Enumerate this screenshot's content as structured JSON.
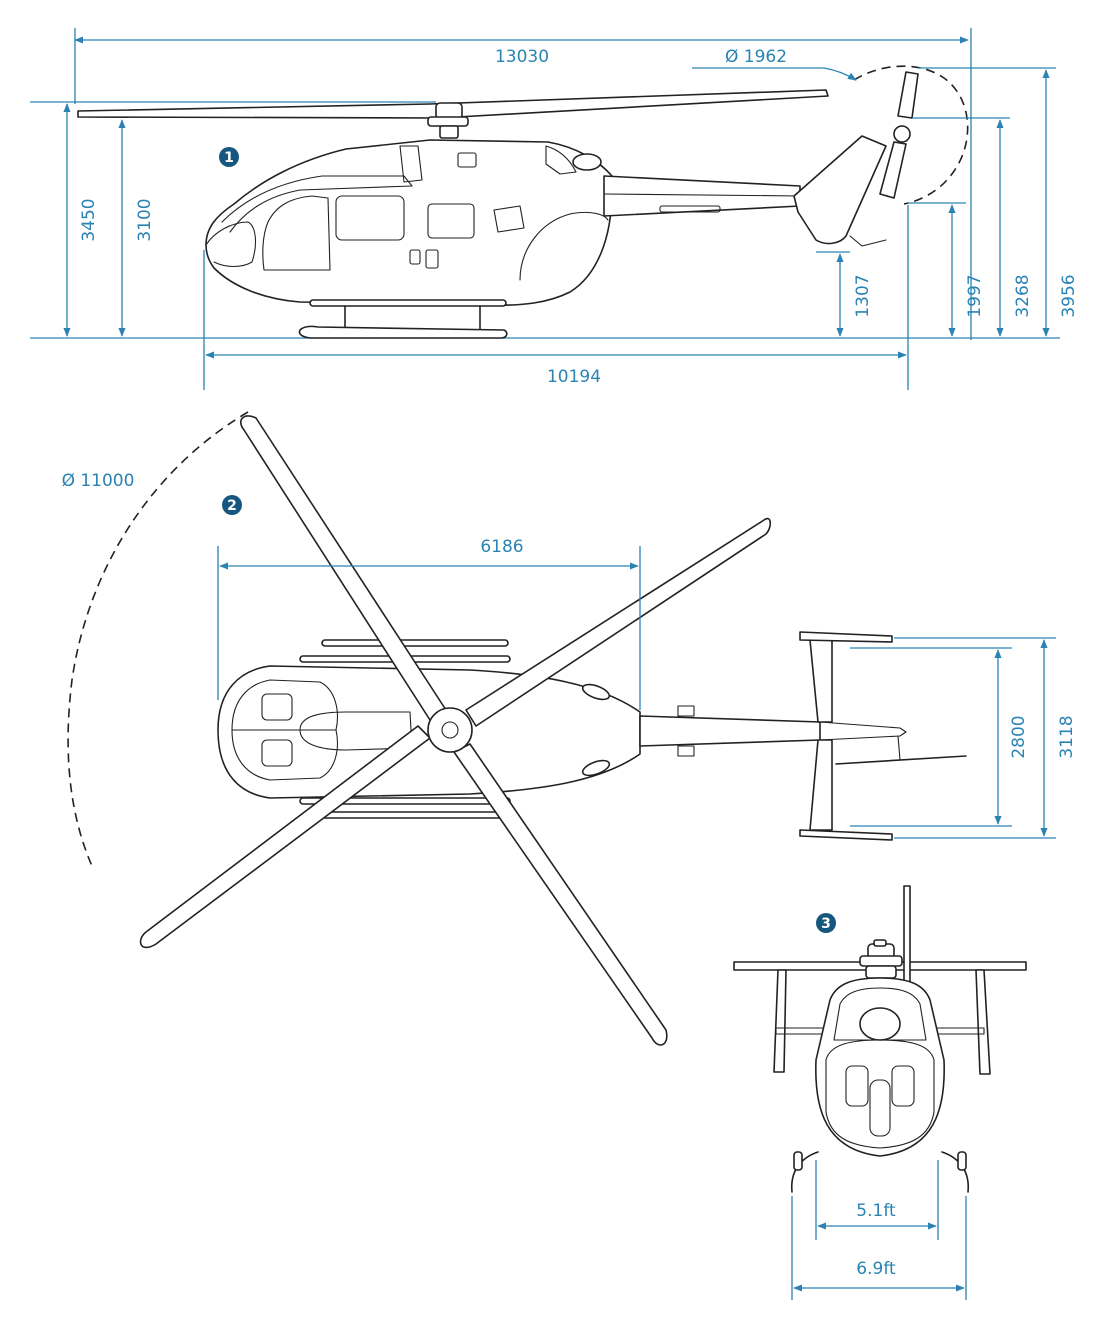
{
  "colors": {
    "dimension": "#2a83b3",
    "badge": "#16577f",
    "outline": "#222222"
  },
  "views": {
    "side": {
      "badge": "1",
      "dims": {
        "overall_length": "13030",
        "tail_rotor_diameter": "Ø 1962",
        "height_3450": "3450",
        "height_3100": "3100",
        "fuselage_length": "10194",
        "height_1307": "1307",
        "height_1997": "1997",
        "height_3268": "3268",
        "height_3956": "3956"
      }
    },
    "top": {
      "badge": "2",
      "dims": {
        "rotor_diameter": "Ø 11000",
        "span_6186": "6186",
        "stabilizer_2800": "2800",
        "stabilizer_3118": "3118"
      }
    },
    "front": {
      "badge": "3",
      "dims": {
        "skid_inner": "5.1ft",
        "skid_outer": "6.9ft"
      }
    }
  }
}
